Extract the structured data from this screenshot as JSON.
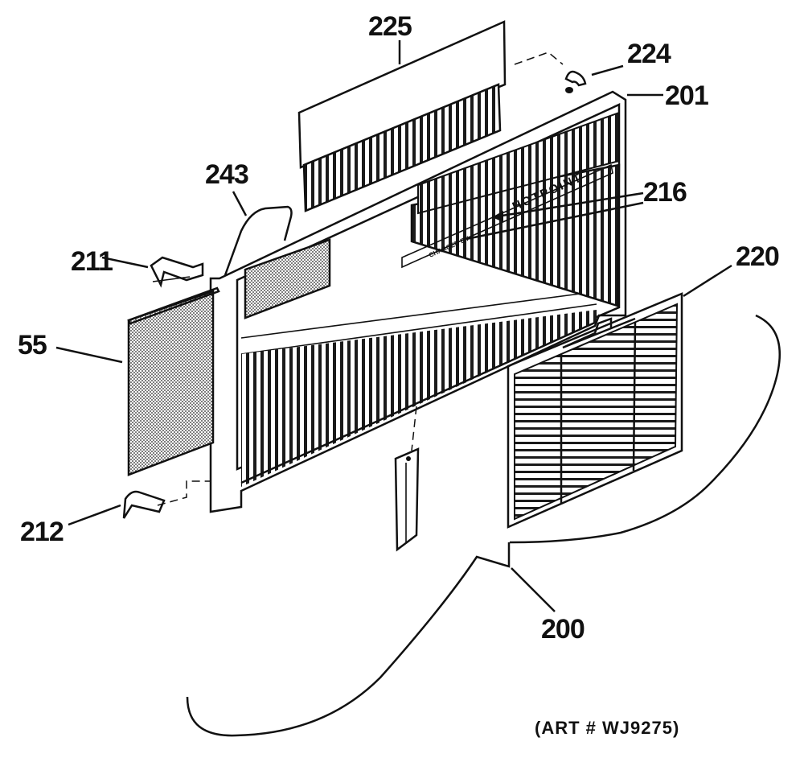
{
  "diagram": {
    "callouts": [
      {
        "id": "225",
        "text": "225"
      },
      {
        "id": "224",
        "text": "224"
      },
      {
        "id": "201",
        "text": "201"
      },
      {
        "id": "243",
        "text": "243"
      },
      {
        "id": "216",
        "text": "216"
      },
      {
        "id": "211",
        "text": "211"
      },
      {
        "id": "220",
        "text": "220"
      },
      {
        "id": "55",
        "text": "55"
      },
      {
        "id": "212",
        "text": "212"
      },
      {
        "id": "200",
        "text": "200"
      }
    ],
    "brand_text": "HOTPOINT",
    "brand_subtext": "CHARGED BY",
    "art_number": "(ART # WJ9275)"
  }
}
